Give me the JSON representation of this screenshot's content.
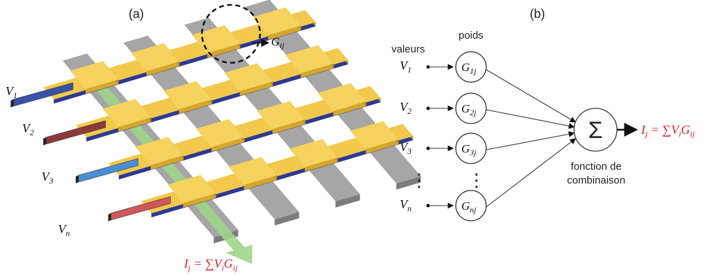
{
  "panel_a": {
    "label": "(a)",
    "inputs": [
      {
        "sym": "V",
        "sub": "1",
        "color": "#3752a6"
      },
      {
        "sym": "V",
        "sub": "2",
        "color": "#8b3a3a"
      },
      {
        "sym": "V",
        "sub": "3",
        "color": "#4a8fd6"
      },
      {
        "sym": "V",
        "sub": "n",
        "color": "#d0575a"
      }
    ],
    "conductance": {
      "sym": "G",
      "sub": "ij"
    },
    "output": {
      "lhs_sym": "I",
      "lhs_sub": "j",
      "rhs_pre": " = ∑V",
      "rhs_sub1": "i",
      "rhs_mid": "G",
      "rhs_sub2": "ij"
    },
    "colors": {
      "top_electrode": "#f2c94c",
      "bottom_electrode": "#a6a6a6",
      "current_arrow": "#9ed58a"
    }
  },
  "panel_b": {
    "label": "(b)",
    "values_label": "valeurs",
    "weights_label": "poids",
    "inputs": [
      {
        "sym": "V",
        "sub": "1"
      },
      {
        "sym": "V",
        "sub": "2"
      },
      {
        "sym": "V",
        "sub": "3"
      },
      {
        "sym": "V",
        "sub": "n"
      }
    ],
    "weights": [
      {
        "sym": "G",
        "sub": "1j"
      },
      {
        "sym": "G",
        "sub": "2j"
      },
      {
        "sym": "G",
        "sub": "3j"
      },
      {
        "sym": "G",
        "sub": "nj"
      }
    ],
    "ellipsis": "⋮",
    "sum_symbol": "Σ",
    "combination_label_1": "fonction de",
    "combination_label_2": "combinaison",
    "output": {
      "lhs_sym": "I",
      "lhs_sub": "j",
      "rhs_pre": " = ∑V",
      "rhs_sub1": "i",
      "rhs_mid": "G",
      "rhs_sub2": "ij"
    }
  }
}
